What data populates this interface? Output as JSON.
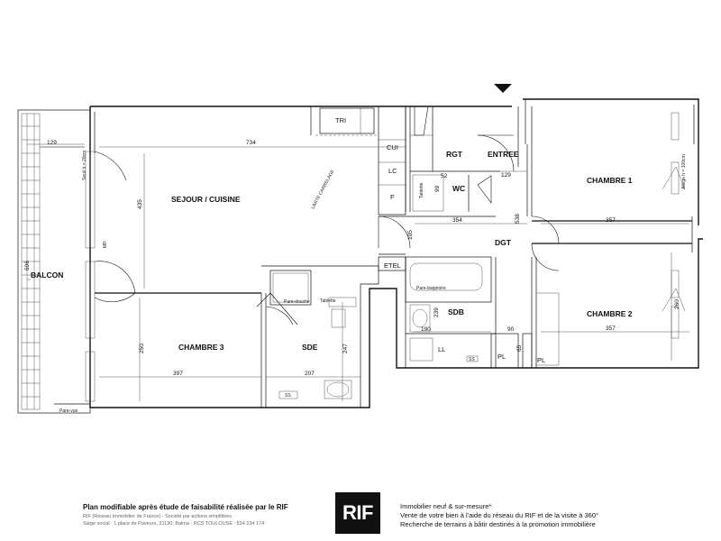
{
  "rooms": {
    "sejour": "SEJOUR / CUISINE",
    "chambre1": "CHAMBRE 1",
    "chambre2": "CHAMBRE 2",
    "chambre3": "CHAMBRE 3",
    "balcon": "BALCON",
    "rgt": "RGT",
    "entree": "ENTREE",
    "wc": "WC",
    "dgt": "DGT",
    "sdb": "SDB",
    "sde": "SDE"
  },
  "fixtures": {
    "tri": "TRI",
    "cui": "CUI",
    "lc": "LC",
    "f": "F",
    "etel": "ETEL",
    "tablette_wc": "Tablette",
    "tablette_sde": "Tablette",
    "ll": "LL",
    "pl1": "PL",
    "pl2": "PL",
    "limite_carrelage": "LIMITE CARRELAGE",
    "pare_vue": "Pare-vue",
    "pare_douche": "Pare-douche",
    "pare_baignoire": "Pare-baignoire",
    "ss1": "SS",
    "ss2": "SS",
    "mr": "MR",
    "seuil": "Seuil h = 20cm",
    "allege": "Allège h = 100cm"
  },
  "dimensions": {
    "d129a": "129",
    "d734": "734",
    "d435": "435",
    "d696": "696",
    "d52": "52",
    "d129b": "129",
    "d99": "99",
    "d354": "354",
    "d105": "105",
    "d538": "538",
    "d357a": "357",
    "d357b": "357",
    "d260": "260",
    "d239": "239",
    "d190": "190",
    "d90": "90",
    "d65": "65",
    "d250": "250",
    "d247": "247",
    "d397": "397",
    "d207": "207"
  },
  "footer": {
    "title": "Plan modifiable après étude de faisabilité réalisée par le RIF",
    "line1": "RIF (Réseau Immobilier de France) - Société par actions simplifiées",
    "line2": "Siège social : 1 place de Paveurs, 31130, Balma - RCS TOULOUSE : 534 234 174",
    "logo": "RIF",
    "right1": "Immobilier neuf & sur-mesure*",
    "right2": "Vente de votre bien à l'aide du réseau du RIF et de la visite à 360°",
    "right3": "Recherche de terrains à bâtir destinés à la promotion immobilière"
  }
}
